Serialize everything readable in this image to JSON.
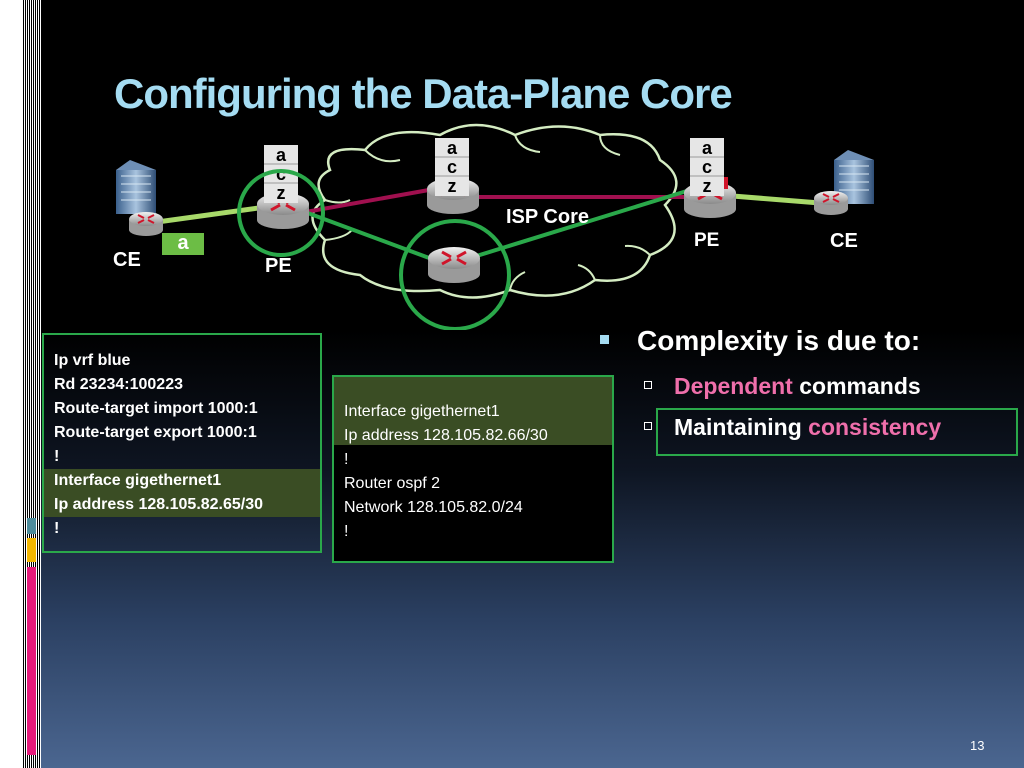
{
  "slide": {
    "title": "Configuring the Data-Plane Core",
    "page_number": "13"
  },
  "diagram": {
    "labels": {
      "ce_left": "CE",
      "pe_left": "PE",
      "isp_core": "ISP Core",
      "pe_right": "PE",
      "ce_right": "CE",
      "a_box": "a"
    },
    "stack_letters": [
      "a",
      "c",
      "z"
    ]
  },
  "config_left": {
    "lines": [
      "Ip vrf blue",
      "Rd 23234:100223",
      "Route-target import 1000:1",
      "Route-target export 1000:1",
      "!",
      "Interface gigethernet1",
      "Ip address 128.105.82.65/30",
      "!"
    ]
  },
  "config_right": {
    "lines": [
      "Interface gigethernet1",
      "Ip address 128.105.82.66/30",
      "!",
      "Router ospf 2",
      "Network  128.105.82.0/24",
      "!"
    ]
  },
  "bullets": {
    "main": "Complexity is due to:",
    "sub1_highlight": "Dependent",
    "sub1_rest": " commands",
    "sub2_start": "Maintaining ",
    "sub2_highlight": "consistency"
  },
  "colors": {
    "title": "#a5dcf2",
    "highlight_pink": "#ef6fab",
    "box_green": "#2aa84a",
    "link_magenta": "#a0104f",
    "accent_teal": "#4c8b9b",
    "accent_yellow": "#f3b700",
    "accent_pink": "#e5197a"
  }
}
